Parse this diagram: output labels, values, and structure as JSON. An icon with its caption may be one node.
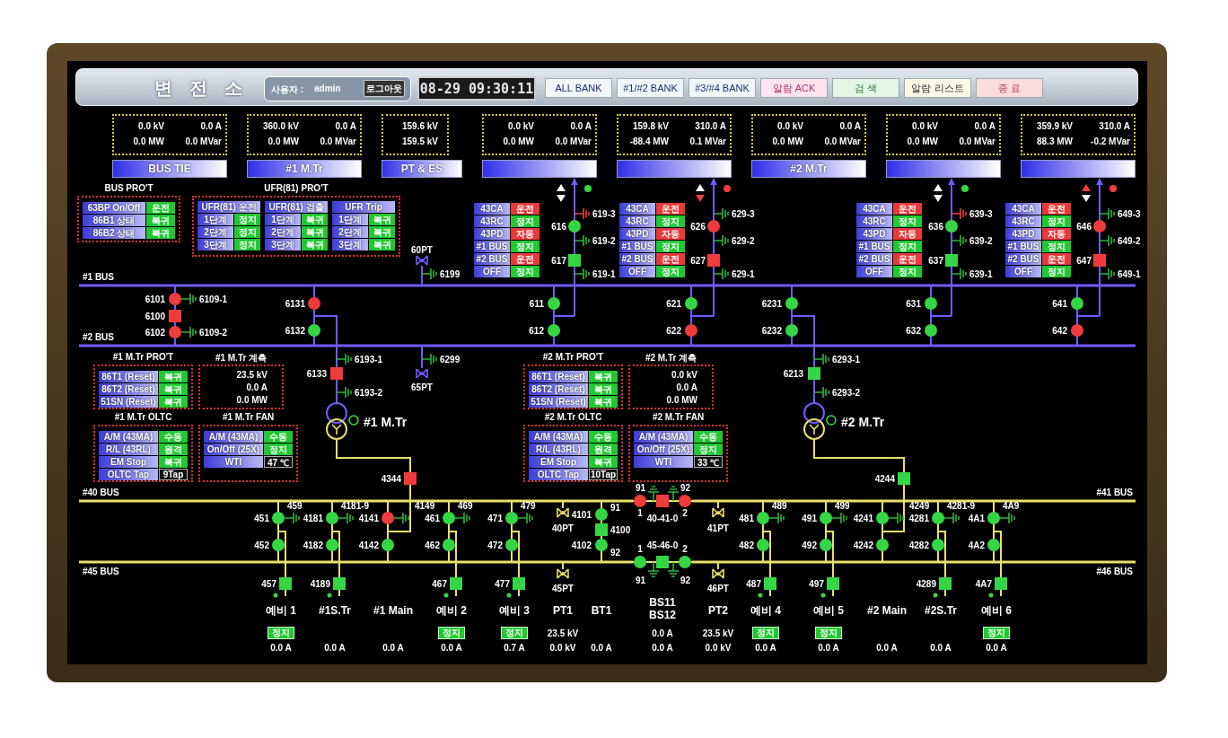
{
  "diagram": {
    "title": "변 전 소",
    "nodes": [
      {
        "text": [
          "사용자 :",
          "admin"
        ]
      },
      {
        "text": [
          "로그아웃"
        ],
        "in": 0
      },
      {
        "text": [
          "08-29 09:30:11"
        ]
      },
      {
        "text": [
          "ALL BANK"
        ]
      },
      {
        "text": [
          "#1/#2 BANK"
        ]
      },
      {
        "text": [
          "#3/#4 BANK"
        ]
      },
      {
        "text": [
          "알람 ACK"
        ]
      },
      {
        "text": [
          "검 색"
        ]
      },
      {
        "text": [
          "알람 리스트"
        ]
      },
      {
        "text": [
          "종 료"
        ]
      },
      {
        "text": [
          "0.0 kV",
          "0.0 A",
          "0.0 MW",
          "0.0 MVar"
        ]
      },
      {
        "text": [
          "360.0 kV",
          "0.0 A",
          "0.0 MW",
          "0.0 MVar"
        ]
      },
      {
        "text": [
          "159.6 kV",
          "159.5 kV"
        ]
      },
      {
        "text": [
          "0.0 kV",
          "0.0 A",
          "0.0 MW",
          "0.0 MVar"
        ]
      },
      {
        "text": [
          "159.8 kV",
          "310.0 A",
          "-88.4 MW",
          "0.1 MVar"
        ]
      },
      {
        "text": [
          "0.0 kV",
          "0.0 A",
          "0.0 MW",
          "0.0 MVar"
        ]
      },
      {
        "text": [
          "0.0 kV",
          "0.0 A",
          "0.0 MW",
          "0.0 MVar"
        ]
      },
      {
        "text": [
          "359.9 kV",
          "310.0 A",
          "88.3 MW",
          "-0.2 MVar"
        ]
      },
      {
        "text": [
          "BUS TIE"
        ]
      },
      {
        "text": [
          "#1 M.Tr"
        ]
      },
      {
        "text": [
          "PT & ES"
        ]
      },
      {
        "text": [],
        "shape": "bar"
      },
      {
        "text": [],
        "shape": "bar"
      },
      {
        "text": [
          "#2 M.Tr"
        ]
      },
      {
        "text": [],
        "shape": "bar"
      },
      {
        "text": [],
        "shape": "bar"
      },
      {
        "text": [
          "BUS PRO'T",
          "63BP On/Off",
          "운전",
          "86B1 상태",
          "복귀",
          "86B2 상태",
          "복귀"
        ]
      },
      {
        "text": [
          "UFR(81) PRO'T"
        ]
      },
      {
        "text": [
          "UFR(81) 운전",
          "1단계",
          "정지",
          "2단계",
          "정지",
          "3단계",
          "정지"
        ],
        "in": 27
      },
      {
        "text": [
          "UFR(81) 검출",
          "1단계",
          "복귀",
          "2단계",
          "복귀",
          "3단계",
          "복귀"
        ],
        "in": 27
      },
      {
        "text": [
          "UFR Trip",
          "1단계",
          "복귀",
          "2단계",
          "복귀",
          "3단계",
          "복귀"
        ],
        "in": 27
      },
      {
        "text": [
          "43CA",
          "운전",
          "43RC",
          "정지",
          "43PD",
          "자동",
          "#1 BUS",
          "정지",
          "#2 BUS",
          "운전",
          "OFF",
          "정지"
        ]
      },
      {
        "text": [
          "43CA",
          "운전",
          "43RC",
          "정지",
          "43PD",
          "자동",
          "#1 BUS",
          "정지",
          "#2 BUS",
          "운전",
          "OFF",
          "정지"
        ]
      },
      {
        "text": [
          "43CA",
          "운전",
          "43RC",
          "정지",
          "43PD",
          "자동",
          "#1 BUS",
          "정지",
          "#2 BUS",
          "운전",
          "OFF",
          "정지"
        ]
      },
      {
        "text": [
          "43CA",
          "운전",
          "43RC",
          "정지",
          "43PD",
          "자동",
          "#1 BUS",
          "정지",
          "#2 BUS",
          "운전",
          "OFF",
          "정지"
        ]
      },
      {
        "text": [
          "#1 M.Tr PRO'T",
          "86T1 (Reset)",
          "복귀",
          "86T2 (Reset)",
          "복귀",
          "51SN (Reset)",
          "복귀"
        ]
      },
      {
        "text": [
          "#1 M.Tr 계측",
          "23.5 kV",
          "0.0 A",
          "0.0 MW"
        ]
      },
      {
        "text": [
          "#1 M.Tr OLTC",
          "A/M (43MA)",
          "수동",
          "R/L (43RL)",
          "원격",
          "EM Stop",
          "복귀",
          "OLTC Tap",
          "9Tap"
        ]
      },
      {
        "text": [
          "#1 M.Tr FAN",
          "A/M (43MA)",
          "수동",
          "On/Off (25X)",
          "정지",
          "WTI",
          "47 ℃"
        ]
      },
      {
        "text": [
          "#2 M.Tr PRO'T",
          "86T1 (Reset)",
          "복귀",
          "86T2 (Reset)",
          "복귀",
          "51SN (Reset)",
          "복귀"
        ]
      },
      {
        "text": [
          "#2 M.Tr 계측",
          "0.0 kV",
          "0.0 A",
          "0.0 MW"
        ]
      },
      {
        "text": [
          "#2 M.Tr OLTC",
          "A/M (43MA)",
          "수동",
          "R/L (43RL)",
          "원격",
          "EM Stop",
          "복귀",
          "OLTC Tap",
          "10Tap"
        ]
      },
      {
        "text": [
          "#2 M.Tr FAN",
          "A/M (43MA)",
          "수동",
          "On/Off (25X)",
          "정지",
          "WTI",
          "33 ℃"
        ]
      },
      {
        "text": [
          "정지"
        ]
      },
      {
        "text": [
          "정지"
        ]
      },
      {
        "text": [
          "정지"
        ]
      },
      {
        "text": [
          "정지"
        ]
      },
      {
        "text": [
          "정지"
        ]
      },
      {
        "text": [
          "정지"
        ]
      }
    ],
    "edges": [
      {
        "from": null,
        "to": 21,
        "arrow": "to"
      },
      {
        "from": null,
        "to": 22,
        "arrow": "to"
      },
      {
        "from": null,
        "to": 24,
        "arrow": "to"
      },
      {
        "from": null,
        "to": 25,
        "arrow": "to"
      }
    ],
    "labels": [
      "#1 BUS",
      "#2 BUS",
      "6101",
      "6109-1",
      "6100",
      "6102",
      "6109-2",
      "6131",
      "6132",
      "60PT",
      "6199",
      "619-3",
      "616",
      "619-2",
      "617",
      "619-1",
      "611",
      "612",
      "629-3",
      "626",
      "629-2",
      "627",
      "629-1",
      "621",
      "622",
      "6231",
      "6232",
      "639-3",
      "636",
      "639-2",
      "637",
      "639-1",
      "631",
      "632",
      "649-3",
      "646",
      "649-2",
      "647",
      "649-1",
      "641",
      "642",
      "6133",
      "6193-1",
      "6193-2",
      "65PT",
      "6299",
      "6213",
      "6293-1",
      "6293-2",
      "#1 M.Tr",
      "#2 M.Tr",
      "4344",
      "4244",
      "#40 BUS",
      "91",
      "92",
      "#41 BUS",
      "1",
      "40-41-0",
      "2",
      "459",
      "451",
      "452",
      "4181-9",
      "4181",
      "4182",
      "4149",
      "4141",
      "4142",
      "469",
      "461",
      "462",
      "479",
      "471",
      "472",
      "40PT",
      "4101",
      "91",
      "4100",
      "4102",
      "92",
      "41PT",
      "489",
      "481",
      "482",
      "499",
      "491",
      "492",
      "4249",
      "4241",
      "4242",
      "4281-9",
      "4281",
      "4282",
      "4A9",
      "4A1",
      "4A2",
      "#45 BUS",
      "1",
      "45-46-0",
      "2",
      "#46 BUS",
      "457",
      "4189",
      "467",
      "477",
      "45PT",
      "91",
      "92",
      "46PT",
      "487",
      "497",
      "4289",
      "4A7",
      "예비 1",
      "#1S.Tr",
      "#1 Main",
      "예비 2",
      "예비 3",
      "PT1",
      "BT1",
      "BS11 BS12",
      "PT2",
      "예비 4",
      "예비 5",
      "#2 Main",
      "#2S.Tr",
      "예비 6",
      "23.5 kV",
      "0.0 A",
      "23.5 kV",
      "0.0 A",
      "0.0 A",
      "0.0 A",
      "0.0 A",
      "0.7 A",
      "0.0 kV",
      "0.0 A",
      "0.0 A",
      "0.0 kV",
      "0.0 A",
      "0.0 A",
      "0.0 A",
      "0.0 A",
      "0.0 A"
    ]
  }
}
